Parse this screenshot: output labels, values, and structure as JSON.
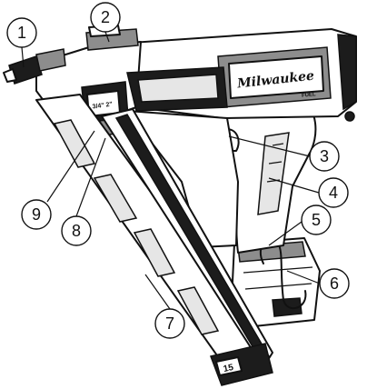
{
  "drawing": {
    "brand_logo": "Milwaukee",
    "fuel_badge": "FUEL",
    "magazine_label": "15",
    "depth_label": "3/4\" 2\""
  },
  "callouts": [
    {
      "number": "1"
    },
    {
      "number": "2"
    },
    {
      "number": "3"
    },
    {
      "number": "4"
    },
    {
      "number": "5"
    },
    {
      "number": "6"
    },
    {
      "number": "7"
    },
    {
      "number": "8"
    },
    {
      "number": "9"
    }
  ]
}
